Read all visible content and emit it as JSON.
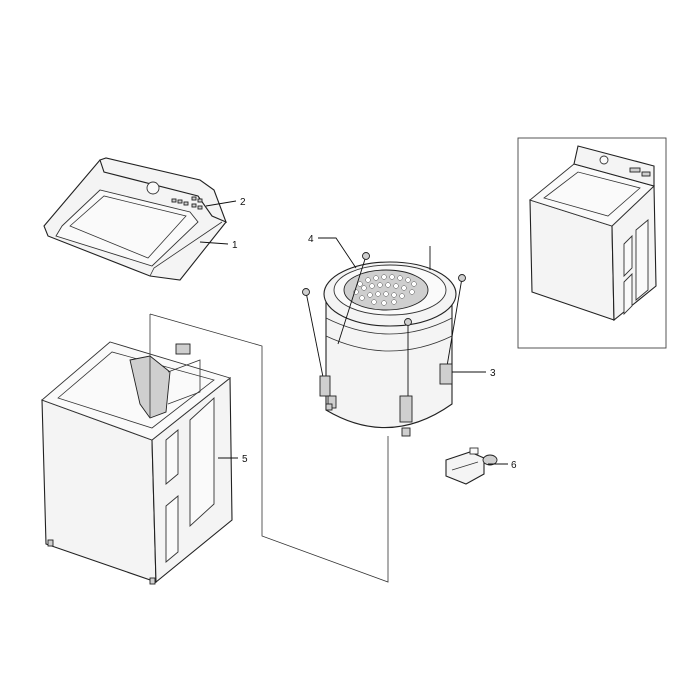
{
  "callouts": {
    "c1": "1",
    "c2": "2",
    "c3": "3",
    "c4": "4",
    "c5": "5",
    "c6": "6"
  },
  "parts": [
    "lid-top-assembly",
    "control-panel",
    "tub-assembly",
    "tub-ring",
    "cabinet-assembly",
    "drain-pump"
  ]
}
